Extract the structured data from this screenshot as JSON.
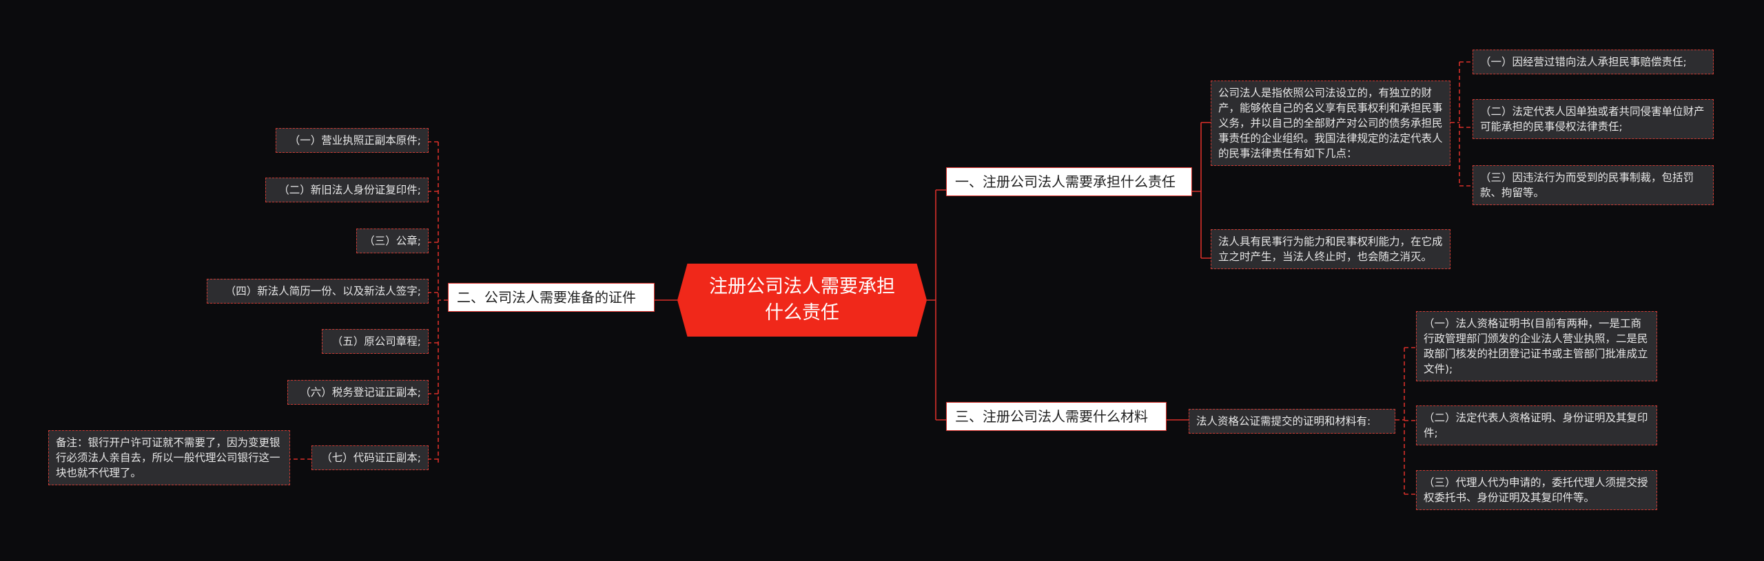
{
  "root": {
    "title": "注册公司法人需要承担什么责任"
  },
  "branches": {
    "b1": {
      "title": "一、注册公司法人需要承担什么责任",
      "desc": "公司法人是指依照公司法设立的，有独立的财产，能够依自己的名义享有民事权利和承担民事义务，并以自己的全部财产对公司的债务承担民事责任的企业组织。我国法律规定的法定代表人的民事法律责任有如下几点：",
      "items": [
        "（一）因经营过错向法人承担民事赔偿责任;",
        "（二）法定代表人因单独或者共同侵害单位财产可能承担的民事侵权法律责任;",
        "（三）因违法行为而受到的民事制裁，包括罚款、拘留等。"
      ],
      "note": "法人具有民事行为能力和民事权利能力，在它成立之时产生，当法人终止时，也会随之消灭。"
    },
    "b2": {
      "title": "二、公司法人需要准备的证件",
      "items": [
        "（一）营业执照正副本原件;",
        "（二）新旧法人身份证复印件;",
        "（三）公章;",
        "（四）新法人简历一份、以及新法人签字;",
        "（五）原公司章程;",
        "（六）税务登记证正副本;",
        "（七）代码证正副本;"
      ],
      "note": "备注：银行开户许可证就不需要了，因为变更银行必须法人亲自去，所以一般代理公司银行这一块也就不代理了。"
    },
    "b3": {
      "title": "三、注册公司法人需要什么材料",
      "sub": "法人资格公证需提交的证明和材料有:",
      "items": [
        "（一）法人资格证明书(目前有两种，一是工商行政管理部门颁发的企业法人营业执照，二是民政部门核发的社团登记证书或主管部门批准成立文件);",
        "（二）法定代表人资格证明、身份证明及其复印件;",
        "（三）代理人代为申请的，委托代理人须提交授权委托书、身份证明及其复印件等。"
      ]
    }
  },
  "colors": {
    "background": "#0b0b0d",
    "root": "#f0281a",
    "connector": "#d9302a",
    "leaf": "#2d2d30"
  }
}
